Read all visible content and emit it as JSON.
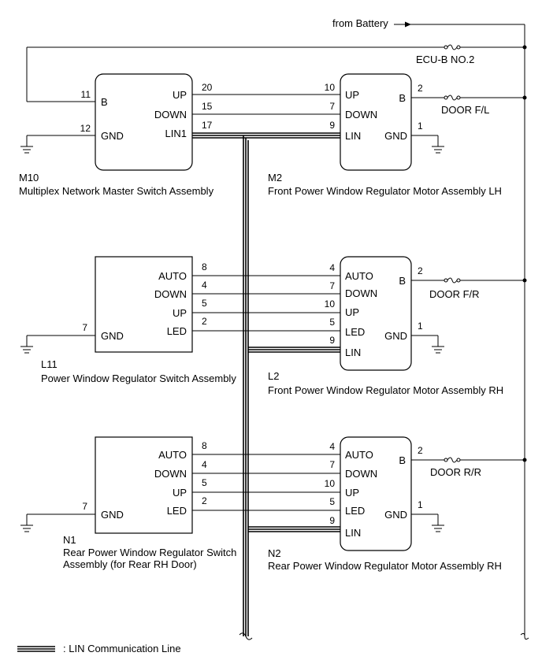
{
  "battery": {
    "label": "from Battery"
  },
  "fuses": {
    "ecu_b": "ECU-B NO.2",
    "door_fl": "DOOR F/L",
    "door_fr": "DOOR F/R",
    "door_rr": "DOOR R/R"
  },
  "components": {
    "m10": {
      "code": "M10",
      "name": "Multiplex Network Master Switch Assembly"
    },
    "m2": {
      "code": "M2",
      "name": "Front Power Window Regulator Motor Assembly LH"
    },
    "l11": {
      "code": "L11",
      "name": "Power Window Regulator Switch Assembly"
    },
    "l2": {
      "code": "L2",
      "name": "Front Power Window Regulator Motor Assembly RH"
    },
    "n1": {
      "code": "N1",
      "name_line1": "Rear Power Window Regulator Switch",
      "name_line2": "Assembly (for Rear RH Door)"
    },
    "n2": {
      "code": "N2",
      "name": "Rear Power Window Regulator Motor Assembly RH"
    }
  },
  "signals": {
    "b": "B",
    "gnd": "GND",
    "up": "UP",
    "down": "DOWN",
    "lin": "LIN",
    "lin1": "LIN1",
    "auto": "AUTO",
    "led": "LED"
  },
  "pins": {
    "m10": {
      "b": "11",
      "gnd": "12",
      "up": "20",
      "down": "15",
      "lin1": "17"
    },
    "m2": {
      "up": "10",
      "down": "7",
      "lin": "9",
      "b": "2",
      "gnd": "1"
    },
    "l11": {
      "auto": "8",
      "down": "4",
      "up": "5",
      "led": "2",
      "gnd": "7"
    },
    "l2": {
      "auto": "4",
      "down": "7",
      "up": "10",
      "led": "5",
      "lin": "9",
      "b": "2",
      "gnd": "1"
    },
    "n1": {
      "auto": "8",
      "down": "4",
      "up": "5",
      "led": "2",
      "gnd": "7"
    },
    "n2": {
      "auto": "4",
      "down": "7",
      "up": "10",
      "led": "5",
      "lin": "9",
      "b": "2",
      "gnd": "1"
    }
  },
  "legend": {
    "text": ": LIN Communication Line"
  }
}
